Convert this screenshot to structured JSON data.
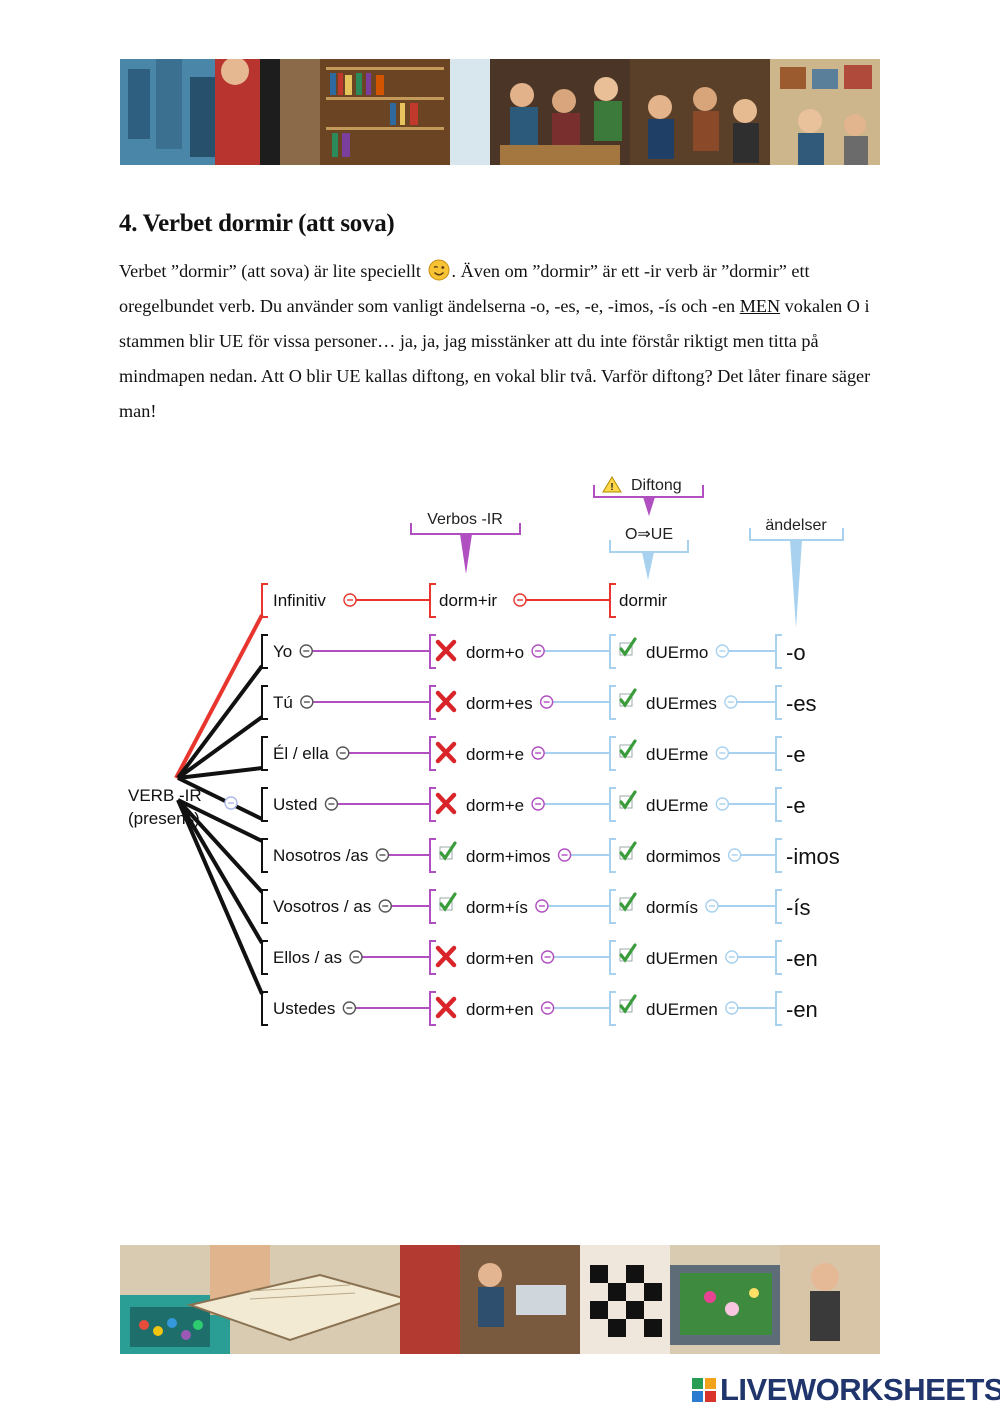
{
  "heading": "4. Verbet dormir (att sova)",
  "paragraph": {
    "part1": "Verbet ”dormir” (att sova) är lite speciellt ",
    "part2": ". Även om ”dormir” är ett -ir verb är ”dormir” ett oregelbundet verb. Du använder som vanligt ändelserna -o, -es, -e, -imos, -ís och -en ",
    "men": "MEN",
    "part3": " vokalen O i stammen blir UE för vissa personer… ja, ja, jag misstänker att du inte förstår riktigt men titta på mindmapen nedan. Att O blir UE kallas diftong, en vokal blir två. Varför diftong? Det låter finare säger man!"
  },
  "mindmap": {
    "root": [
      "VERB -IR",
      "(presens)"
    ],
    "headers": {
      "verbos": "Verbos -IR",
      "diftong": "Diftong",
      "change": "O⇒UE",
      "endings": "ändelser"
    },
    "infinitive": {
      "label": "Infinitiv",
      "stem": "dorm+ir",
      "result": "dormir"
    },
    "rows": [
      {
        "person": "Yo",
        "stem": "dorm+o",
        "stem_ok": false,
        "result": "dUErmo",
        "ending": "-o"
      },
      {
        "person": "Tú",
        "stem": "dorm+es",
        "stem_ok": false,
        "result": "dUErmes",
        "ending": "-es"
      },
      {
        "person": "Él / ella",
        "stem": "dorm+e",
        "stem_ok": false,
        "result": "dUErme",
        "ending": "-e"
      },
      {
        "person": "Usted",
        "stem": "dorm+e",
        "stem_ok": false,
        "result": "dUErme",
        "ending": "-e"
      },
      {
        "person": "Nosotros /as",
        "stem": "dorm+imos",
        "stem_ok": true,
        "result": "dormimos",
        "ending": "-imos"
      },
      {
        "person": "Vosotros / as",
        "stem": "dorm+ís",
        "stem_ok": true,
        "result": "dormís",
        "ending": "-ís"
      },
      {
        "person": "Ellos / as",
        "stem": "dorm+en",
        "stem_ok": false,
        "result": "dUErmen",
        "ending": "-en"
      },
      {
        "person": "Ustedes",
        "stem": "dorm+en",
        "stem_ok": false,
        "result": "dUErmen",
        "ending": "-en"
      }
    ]
  },
  "logo": {
    "text": "LIVEWORKSHEETS"
  },
  "colors": {
    "red": "#e8362f",
    "purple": "#b04fc0",
    "blue": "#a7d1ee",
    "check": "#3a9c3a",
    "cross": "#d9252a",
    "logo": "#20356b"
  }
}
